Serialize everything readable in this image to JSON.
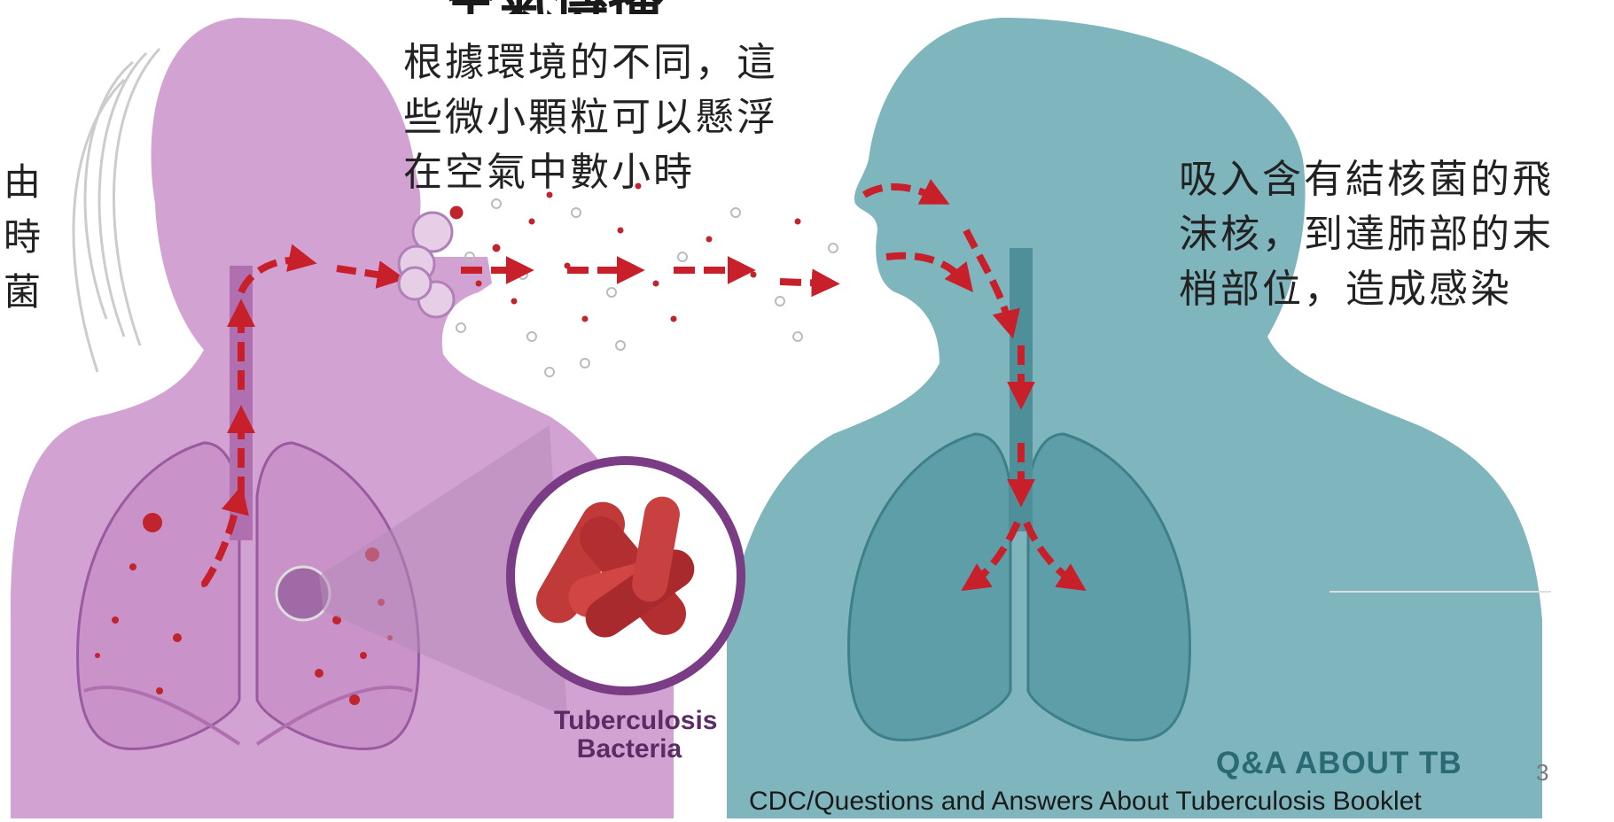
{
  "heading": "空氣傳播",
  "center_text": [
    "根據環境的不同，這",
    "些微小顆粒可以懸浮",
    "在空氣中數小時"
  ],
  "right_text": [
    "吸入含有結核菌的飛",
    "沫核，到達肺部的末",
    "梢部位，造成感染"
  ],
  "left_text": [
    "由",
    "時",
    "菌"
  ],
  "bacteria_label": "Tuberculosis Bacteria",
  "qa_label": "Q&A ABOUT TB",
  "page_number": "3",
  "source": "CDC/Questions and Answers About Tuberculosis Booklet",
  "colors": {
    "infected_body": "#d2a2d2",
    "healthy_body": "#7fb5bd",
    "arrow": "#c8202a",
    "droplet": "#c0242c",
    "bacteria": "#c03a3a",
    "ring": "#7a3c84"
  }
}
